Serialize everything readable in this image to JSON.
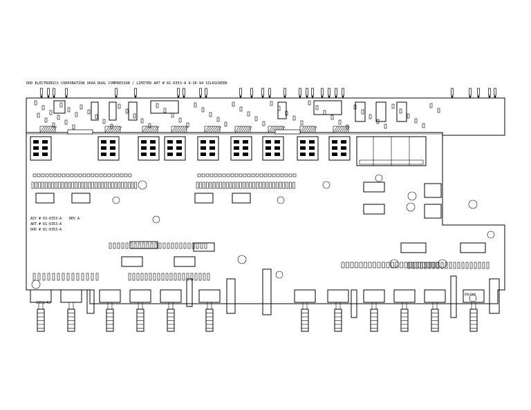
{
  "header_line": "DOD ELECTRONICS CORPORATION  366A DUAL COMPRESSOR / LIMITER   ART # 81-6353-A  9-26-94  SILKSCREEN",
  "assembly_block": {
    "line1": "ASY # 03-6353-A",
    "line2": "ART # 81-6353-A",
    "line3": "DOD # 81-6353-A",
    "rev": "REV A"
  },
  "bottom_label": "6353/43",
  "right_label": "DOLPHS"
}
